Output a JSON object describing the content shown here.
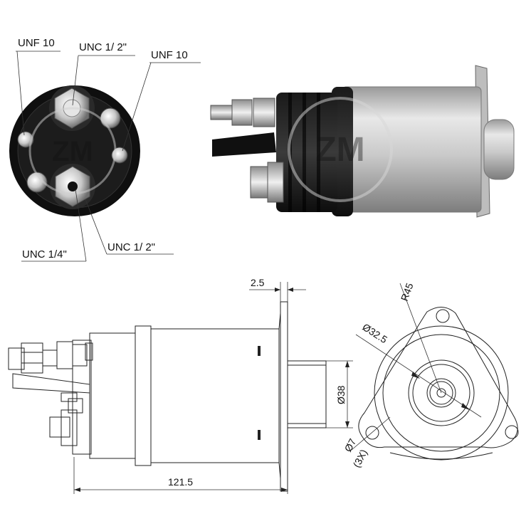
{
  "callouts": {
    "top_left": "UNF 10",
    "top_center": "UNC 1/ 2\"",
    "top_right": "UNF 10",
    "bottom_left": "UNC 1/4\"",
    "bottom_right": "UNC 1/ 2\""
  },
  "dimensions": {
    "flange_thickness": "2.5",
    "overall_length": "121.5",
    "plunger_diameter": "Ø38",
    "radius": "R45",
    "inner_diameter": "Ø32.5",
    "hole_diameter": "Ø7",
    "hole_count": "(3X)"
  },
  "watermark": "ZM",
  "colors": {
    "body_black": "#111111",
    "metal_light": "#d9d9d9",
    "metal_dark": "#8a8a8a",
    "line": "#222222"
  }
}
